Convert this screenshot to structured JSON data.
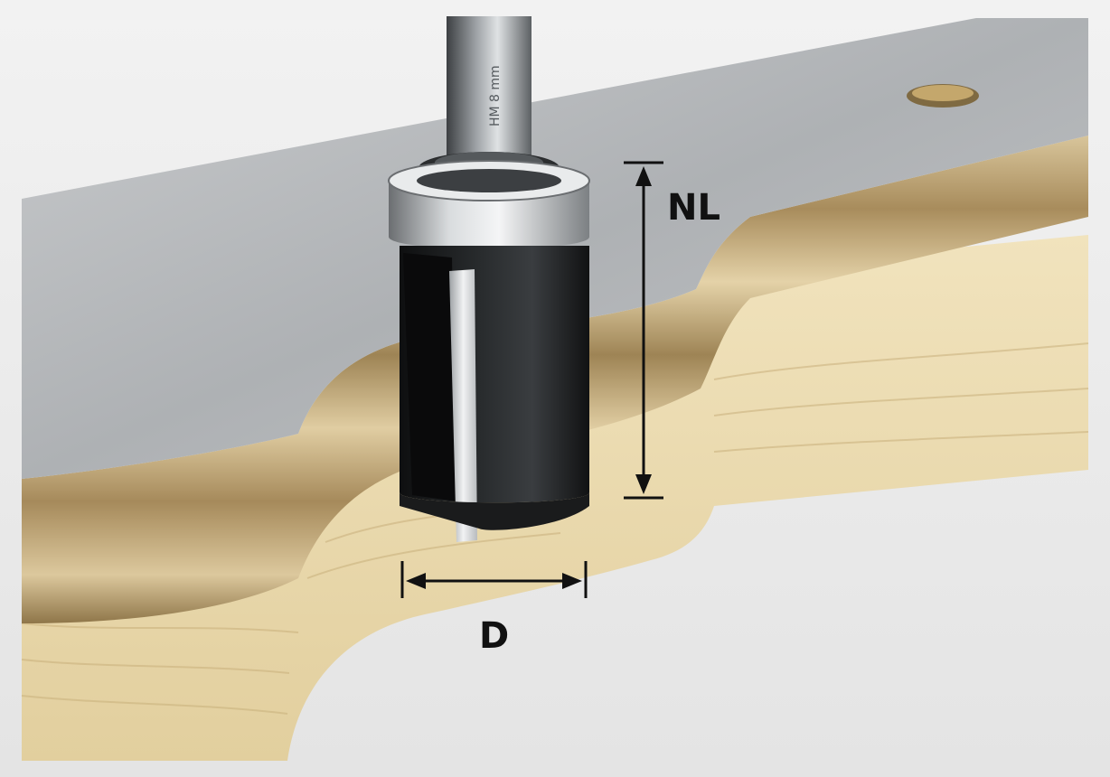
{
  "image": {
    "description_free": true,
    "background_color": "#f0f0f0"
  },
  "dimensions": {
    "nl_label": "NL",
    "d_label": "D",
    "line_color": "#111111"
  },
  "bit": {
    "shank_text": "HM 8 mm"
  },
  "colors": {
    "metal_template": "#b7babd",
    "plywood_light": "#e6d4ad",
    "plywood_dark": "#a78c5d",
    "pine": "#ecdcb2",
    "bit_body": "#1d1f20",
    "bearing": "#c9ccce"
  }
}
